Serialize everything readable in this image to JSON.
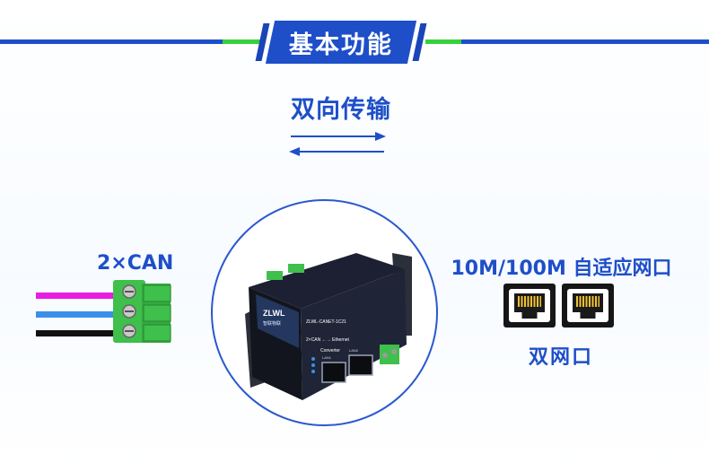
{
  "header": {
    "title": "基本功能"
  },
  "transfer": {
    "label": "双向传输"
  },
  "can": {
    "label": "2×CAN",
    "wire_colors": [
      "#e61fe0",
      "#3b8fe8",
      "#111111"
    ]
  },
  "device": {
    "logo": "ZLWL",
    "logo_sub": "智联物联",
    "model": "ZLWL-CANET-1C21",
    "line1": "2×CAN ←→ Ethernet",
    "line2": "Converter",
    "port_labels": [
      "LAN1",
      "LAN2"
    ]
  },
  "ethernet": {
    "label": "10M/100M 自适应网口",
    "dual_label": "双网口",
    "ports": 2
  },
  "colors": {
    "accent": "#1e4fc9",
    "green": "#36d13e",
    "device_body": "#1c1f2b",
    "device_face": "#24375f"
  }
}
